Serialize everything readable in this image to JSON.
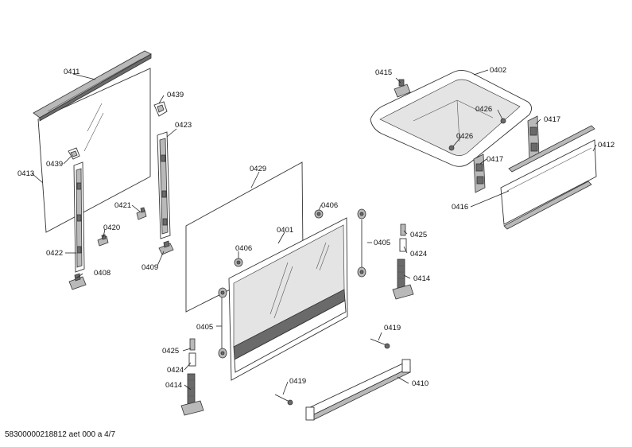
{
  "labels": {
    "p0411": "0411",
    "p0439a": "0439",
    "p0439b": "0439",
    "p0423": "0423",
    "p0413": "0413",
    "p0421": "0421",
    "p0420": "0420",
    "p0422": "0422",
    "p0409": "0409",
    "p0408": "0408",
    "p0429": "0429",
    "p0406a": "0406",
    "p0406b": "0406",
    "p0401": "0401",
    "p0405a": "0405",
    "p0405b": "0405",
    "p0425a": "0425",
    "p0424a": "0424",
    "p0414a": "0414",
    "p0425b": "0425",
    "p0424b": "0424",
    "p0414b": "0414",
    "p0419a": "0419",
    "p0419b": "0419",
    "p0410": "0410",
    "p0415": "0415",
    "p0402": "0402",
    "p0426a": "0426",
    "p0426b": "0426",
    "p0417a": "0417",
    "p0417b": "0417",
    "p0412": "0412",
    "p0416": "0416"
  },
  "footer": "58300000218812 aet 000 a 4/7"
}
